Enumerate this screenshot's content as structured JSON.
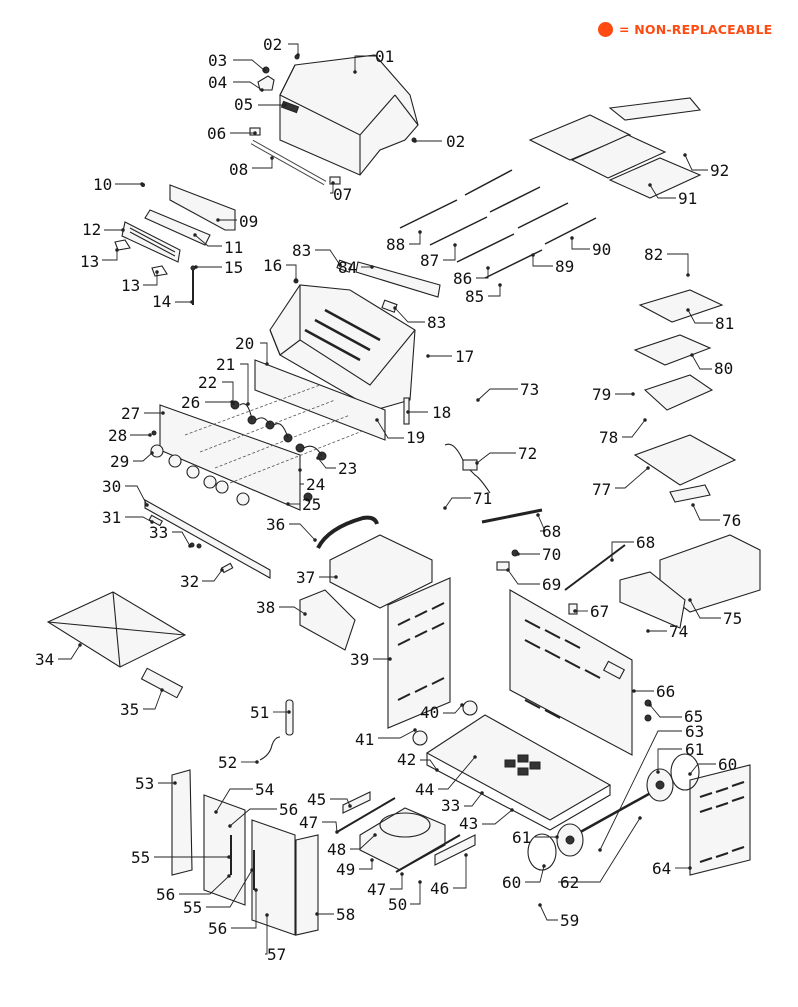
{
  "legend": {
    "marker_color": "#ff4a12",
    "text_color": "#ff4a12",
    "text": "= NON-REPLACEABLE"
  },
  "diagram": {
    "title": "Grill exploded parts view",
    "callouts": [
      {
        "id": "01",
        "label": "01"
      },
      {
        "id": "02a",
        "label": "02"
      },
      {
        "id": "02b",
        "label": "02"
      },
      {
        "id": "03",
        "label": "03"
      },
      {
        "id": "04",
        "label": "04"
      },
      {
        "id": "05",
        "label": "05"
      },
      {
        "id": "06",
        "label": "06"
      },
      {
        "id": "07",
        "label": "07"
      },
      {
        "id": "08",
        "label": "08"
      },
      {
        "id": "09",
        "label": "09"
      },
      {
        "id": "10",
        "label": "10"
      },
      {
        "id": "11",
        "label": "11"
      },
      {
        "id": "12",
        "label": "12"
      },
      {
        "id": "13a",
        "label": "13"
      },
      {
        "id": "13b",
        "label": "13"
      },
      {
        "id": "14",
        "label": "14"
      },
      {
        "id": "15",
        "label": "15"
      },
      {
        "id": "16",
        "label": "16"
      },
      {
        "id": "17",
        "label": "17"
      },
      {
        "id": "18",
        "label": "18"
      },
      {
        "id": "19",
        "label": "19"
      },
      {
        "id": "20",
        "label": "20"
      },
      {
        "id": "21",
        "label": "21"
      },
      {
        "id": "22",
        "label": "22"
      },
      {
        "id": "23",
        "label": "23"
      },
      {
        "id": "24",
        "label": "24"
      },
      {
        "id": "25",
        "label": "25"
      },
      {
        "id": "26",
        "label": "26"
      },
      {
        "id": "27",
        "label": "27"
      },
      {
        "id": "28",
        "label": "28"
      },
      {
        "id": "29",
        "label": "29"
      },
      {
        "id": "30",
        "label": "30"
      },
      {
        "id": "31",
        "label": "31"
      },
      {
        "id": "32",
        "label": "32"
      },
      {
        "id": "33a",
        "label": "33"
      },
      {
        "id": "33b",
        "label": "33"
      },
      {
        "id": "34",
        "label": "34"
      },
      {
        "id": "35",
        "label": "35"
      },
      {
        "id": "36",
        "label": "36"
      },
      {
        "id": "37",
        "label": "37"
      },
      {
        "id": "38",
        "label": "38"
      },
      {
        "id": "39",
        "label": "39"
      },
      {
        "id": "40",
        "label": "40"
      },
      {
        "id": "41",
        "label": "41"
      },
      {
        "id": "42",
        "label": "42"
      },
      {
        "id": "43",
        "label": "43"
      },
      {
        "id": "44",
        "label": "44"
      },
      {
        "id": "45",
        "label": "45"
      },
      {
        "id": "46",
        "label": "46"
      },
      {
        "id": "47a",
        "label": "47"
      },
      {
        "id": "47b",
        "label": "47"
      },
      {
        "id": "48",
        "label": "48"
      },
      {
        "id": "49",
        "label": "49"
      },
      {
        "id": "50",
        "label": "50"
      },
      {
        "id": "51",
        "label": "51"
      },
      {
        "id": "52",
        "label": "52"
      },
      {
        "id": "53",
        "label": "53"
      },
      {
        "id": "54",
        "label": "54"
      },
      {
        "id": "55a",
        "label": "55"
      },
      {
        "id": "55b",
        "label": "55"
      },
      {
        "id": "56a",
        "label": "56"
      },
      {
        "id": "56b",
        "label": "56"
      },
      {
        "id": "56c",
        "label": "56"
      },
      {
        "id": "57",
        "label": "57"
      },
      {
        "id": "58",
        "label": "58"
      },
      {
        "id": "59",
        "label": "59"
      },
      {
        "id": "60a",
        "label": "60"
      },
      {
        "id": "60b",
        "label": "60"
      },
      {
        "id": "61a",
        "label": "61"
      },
      {
        "id": "61b",
        "label": "61"
      },
      {
        "id": "62",
        "label": "62"
      },
      {
        "id": "63",
        "label": "63"
      },
      {
        "id": "64",
        "label": "64"
      },
      {
        "id": "65",
        "label": "65"
      },
      {
        "id": "66",
        "label": "66"
      },
      {
        "id": "67",
        "label": "67"
      },
      {
        "id": "68a",
        "label": "68"
      },
      {
        "id": "68b",
        "label": "68"
      },
      {
        "id": "69",
        "label": "69"
      },
      {
        "id": "70",
        "label": "70"
      },
      {
        "id": "71",
        "label": "71"
      },
      {
        "id": "72",
        "label": "72"
      },
      {
        "id": "73",
        "label": "73"
      },
      {
        "id": "74",
        "label": "74"
      },
      {
        "id": "75",
        "label": "75"
      },
      {
        "id": "76",
        "label": "76"
      },
      {
        "id": "77",
        "label": "77"
      },
      {
        "id": "78",
        "label": "78"
      },
      {
        "id": "79",
        "label": "79"
      },
      {
        "id": "80",
        "label": "80"
      },
      {
        "id": "81",
        "label": "81"
      },
      {
        "id": "82",
        "label": "82"
      },
      {
        "id": "83a",
        "label": "83"
      },
      {
        "id": "83b",
        "label": "83"
      },
      {
        "id": "84",
        "label": "84"
      },
      {
        "id": "85",
        "label": "85"
      },
      {
        "id": "86",
        "label": "86"
      },
      {
        "id": "87",
        "label": "87"
      },
      {
        "id": "88",
        "label": "88"
      },
      {
        "id": "89",
        "label": "89"
      },
      {
        "id": "90",
        "label": "90"
      },
      {
        "id": "91",
        "label": "91"
      },
      {
        "id": "92",
        "label": "92"
      }
    ]
  }
}
